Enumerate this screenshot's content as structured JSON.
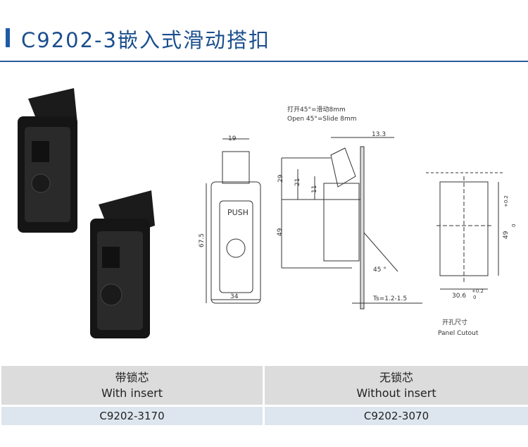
{
  "title": "C9202-3嵌入式滑动搭扣",
  "drawing": {
    "open_cn": "打开45°=滑动8mm",
    "open_en": "Open 45°=Slide 8mm",
    "dim_19": "19",
    "dim_67_5": "67.5",
    "dim_34": "34",
    "push": "PUSH",
    "dim_13_3": "13.3",
    "dim_29": "29",
    "dim_21": "21",
    "dim_11": "11",
    "dim_49": "49",
    "angle": "45 °",
    "ts": "Ts=1.2-1.5",
    "cut_h": "49",
    "cut_h_tol_top": "+0.2",
    "cut_h_tol_bot": "0",
    "cut_w": "30.6",
    "cut_w_tol_top": "+0.2",
    "cut_w_tol_bot": "0",
    "cutout_cn": "开孔尺寸",
    "cutout_en": "Panel Cutout"
  },
  "table": {
    "columns": [
      {
        "cn": "带锁芯",
        "en": "With insert",
        "code": "C9202-3170"
      },
      {
        "cn": "无锁芯",
        "en": "Without insert",
        "code": "C9202-3070"
      }
    ]
  }
}
